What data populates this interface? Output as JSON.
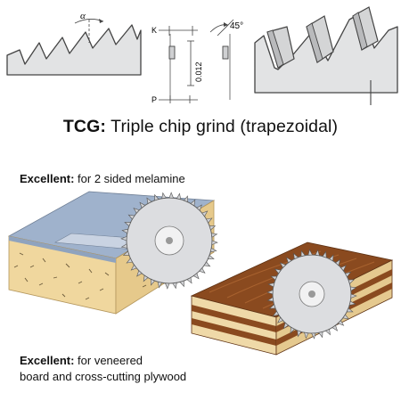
{
  "title": {
    "bold": "TCG:",
    "rest": "Triple chip grind (trapezoidal)"
  },
  "geometry": {
    "alpha_label": "α",
    "k_label": "K",
    "p_label": "P",
    "dimension_label": "0.012",
    "angle_label": "45°"
  },
  "application_1": {
    "bold": "Excellent:",
    "text": "for 2 sided melamine"
  },
  "application_2": {
    "bold": "Excellent:",
    "line1": "for veneered",
    "line2": "board and cross-cutting plywood"
  },
  "colors": {
    "blade_fill": "#e2e3e4",
    "blade_stroke": "#444444",
    "melamine_top": "#9fb2cc",
    "chipboard": "#f0d79e",
    "wood_dark": "#8a4a1f",
    "wood_light": "#efd9a8"
  }
}
